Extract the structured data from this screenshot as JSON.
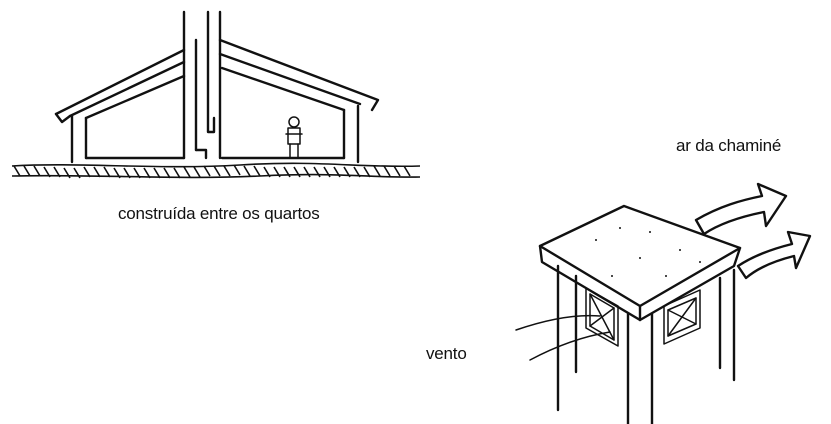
{
  "figure": {
    "house_caption": "construída entre os quartos",
    "chimney_air_label": "ar da chaminé",
    "wind_label": "vento"
  },
  "colors": {
    "ink": "#111111",
    "background": "#ffffff"
  }
}
